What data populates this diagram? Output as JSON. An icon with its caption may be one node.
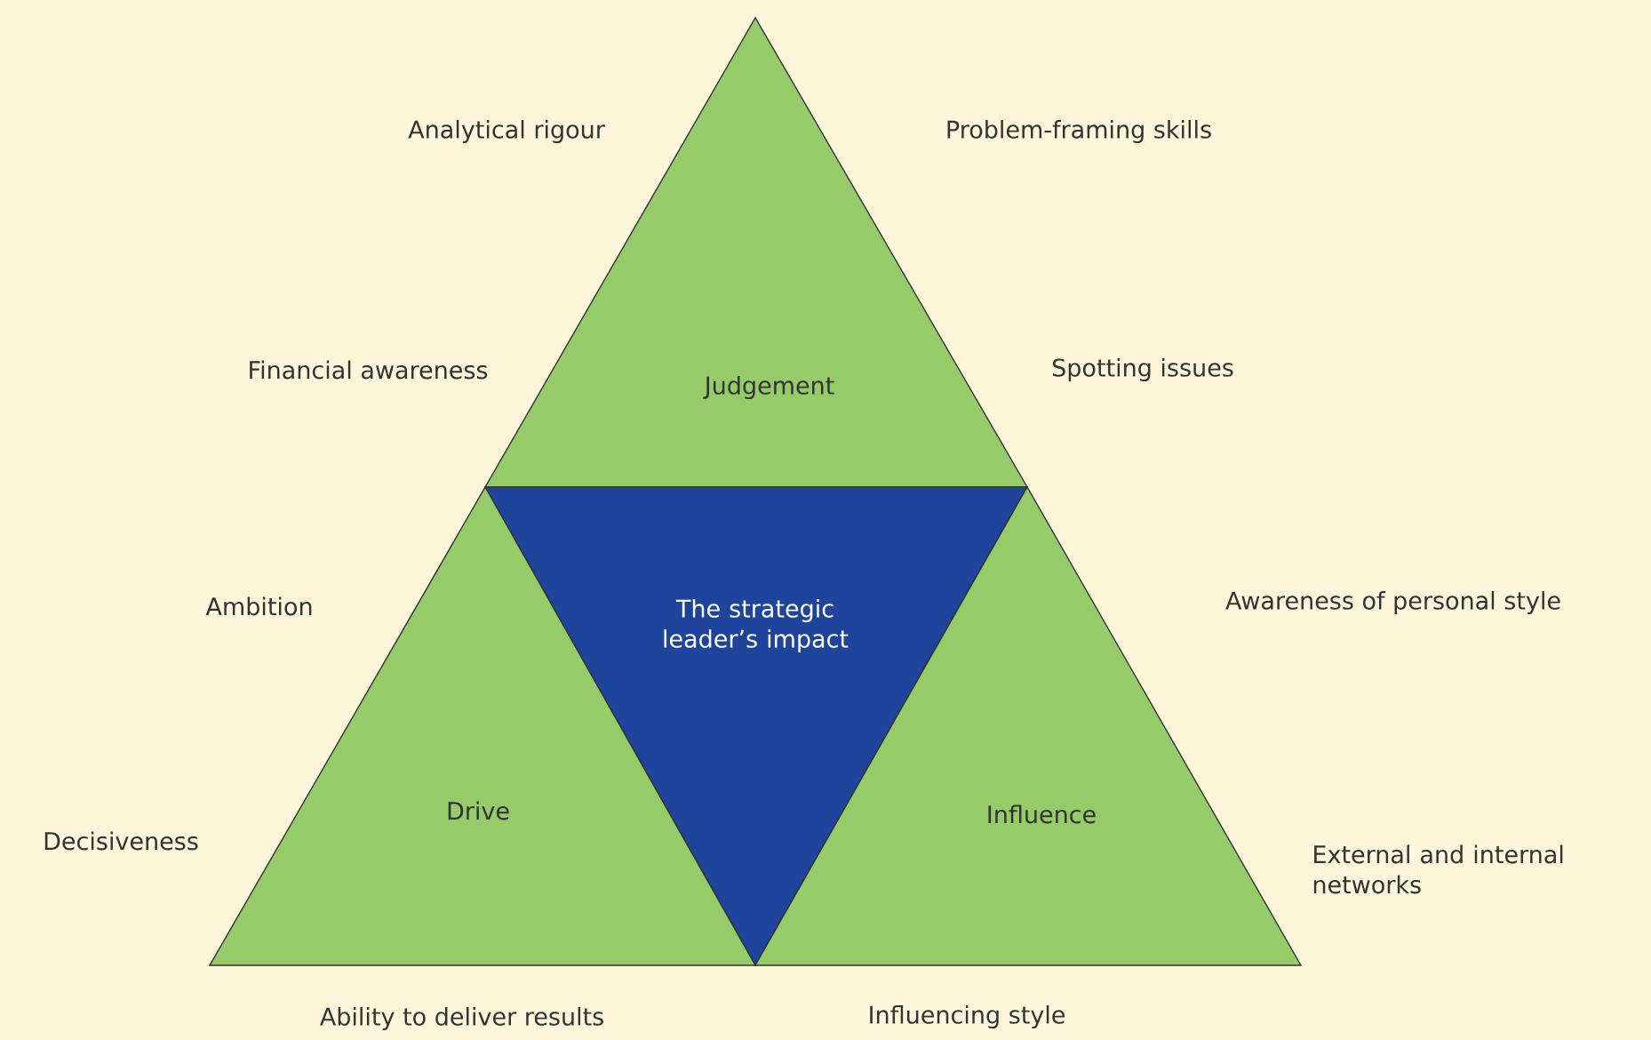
{
  "diagram": {
    "nodes": [
      {
        "text": [
          "Judgement"
        ]
      },
      {
        "text": [
          "The strategic leader’s impact"
        ]
      },
      {
        "text": [
          "Drive"
        ]
      },
      {
        "text": [
          "Influence"
        ]
      }
    ],
    "labels": [
      "Analytical rigour",
      "Problem-framing skills",
      "Financial awareness",
      "Spotting issues",
      "Ambition",
      "Awareness of personal style",
      "Decisiveness",
      "External and internal networks",
      "Ability to deliver results",
      "Influencing style"
    ]
  }
}
